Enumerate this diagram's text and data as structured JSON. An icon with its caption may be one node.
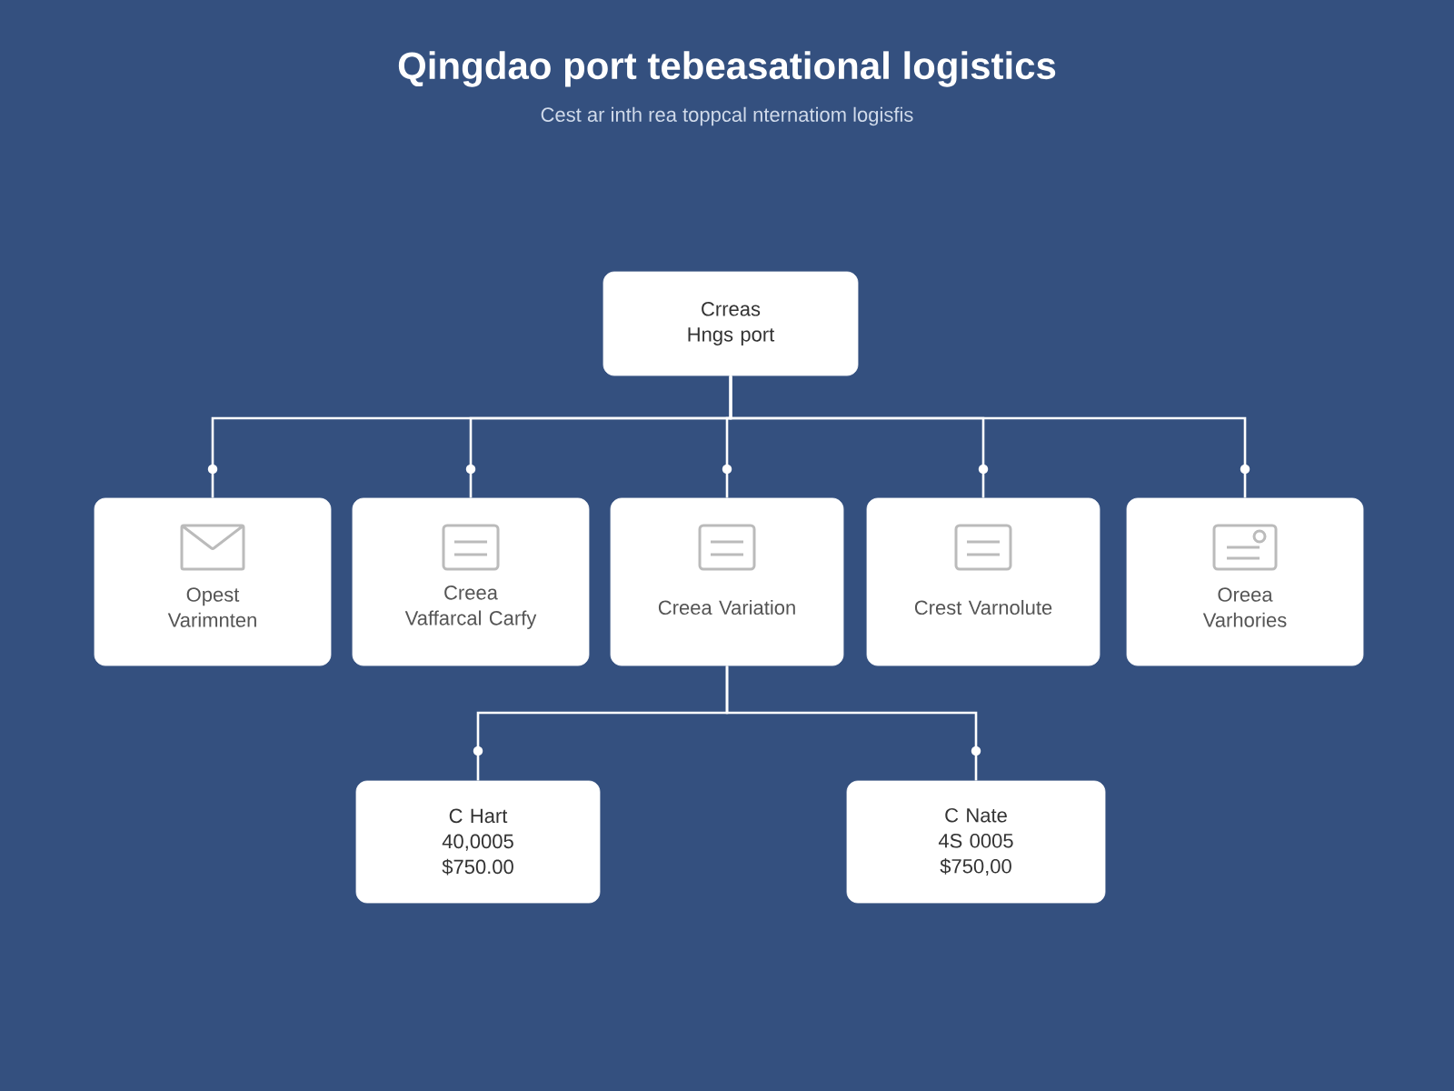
{
  "diagram": {
    "title": "Qingdao port tebeasational logistics",
    "caption": "Cest ar inth rea toppcal nternatiom logisfis",
    "nodes": [
      {
        "text": [
          "Crreas Hngs port"
        ]
      },
      {
        "text": [
          "Opest Varimnten"
        ]
      },
      {
        "text": [
          "Creea Vaffarcal Carfy"
        ]
      },
      {
        "text": [
          "Creea Variation"
        ]
      },
      {
        "text": [
          "Crest Varnolute"
        ]
      },
      {
        "text": [
          "Oreea Varhories"
        ]
      },
      {
        "text": [
          "C Hart 40,0005 $750.00"
        ]
      },
      {
        "text": [
          "C Nate 4S 0005 $750,00"
        ]
      }
    ],
    "edges": [
      {
        "from": 0,
        "to": 1,
        "arrow": "none"
      },
      {
        "from": 0,
        "to": 2,
        "arrow": "none"
      },
      {
        "from": 0,
        "to": 3,
        "arrow": "none"
      },
      {
        "from": 0,
        "to": 4,
        "arrow": "none"
      },
      {
        "from": 0,
        "to": 5,
        "arrow": "none"
      },
      {
        "from": 3,
        "to": 6,
        "arrow": "none"
      },
      {
        "from": 3,
        "to": 7,
        "arrow": "none"
      }
    ]
  }
}
